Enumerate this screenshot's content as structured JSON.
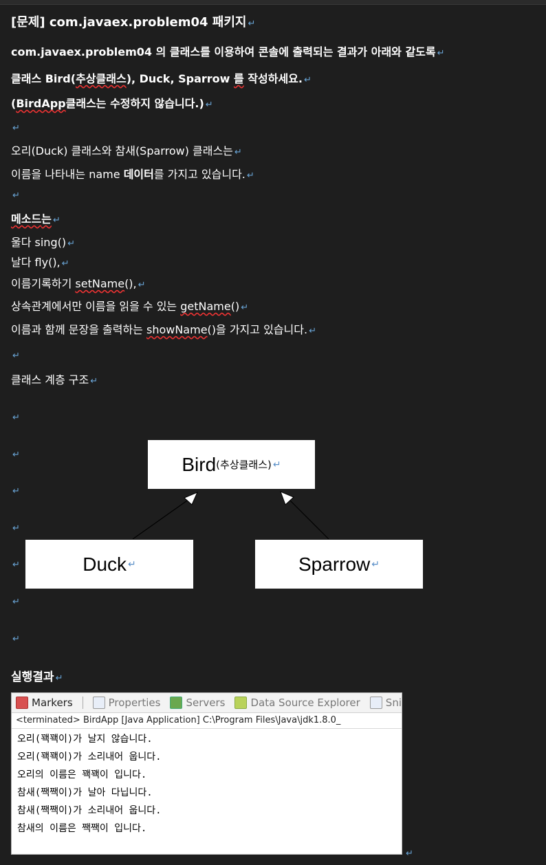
{
  "heading": {
    "title": "[문제] com.javaex.problem04 패키지",
    "line1": "com.javaex.problem04 의 클래스를 이용하여 콘솔에 출력되는 결과가 아래와 같도록",
    "line2_a": "클래스 Bird(",
    "line2_b": "추상클래스",
    "line2_c": "), Duck, Sparrow ",
    "line2_d": "를",
    "line2_e": " 작성하세요.",
    "line3_a": "(",
    "line3_b": "BirdApp",
    "line3_c": "클래스는 수정하지 않습니다.)"
  },
  "description": {
    "line1": "오리(Duck) 클래스와 참새(Sparrow) 클래스는",
    "line2_a": "이름을 나타내는 name ",
    "line2_b": "데이터",
    "line2_c": "를 가지고 있습니다."
  },
  "methods": {
    "label_a": "메소드",
    "label_b": "는",
    "sing": "울다 sing()",
    "fly": "날다 fly(),",
    "setname_a": "이름기록하기 ",
    "setname_b": "setName",
    "setname_c": "(),",
    "getname_a": "상속관계에서만 이름을 읽을 수 있는 ",
    "getname_b": "getName",
    "getname_c": "()",
    "showname_a": "이름과 함께 문장을 출력하는 ",
    "showname_b": "showName",
    "showname_c": "()을 가지고 있습니다."
  },
  "hierarchy_title": "클래스 계층 구조",
  "return_mark": "↵",
  "diagram": {
    "parent": "Bird",
    "parent_note": "(추상클래스)",
    "child_left": "Duck",
    "child_right": "Sparrow"
  },
  "result_title": "실행결과",
  "console": {
    "tabs": [
      "Markers",
      "Properties",
      "Servers",
      "Data Source Explorer",
      "Sni"
    ],
    "status": "<terminated> BirdApp [Java Application] C:\\Program Files\\Java\\jdk1.8.0_",
    "lines": [
      "오리(꽥꽥이)가 날지 않습니다.",
      "오리(꽥꽥이)가 소리내어 웁니다.",
      "오리의 이름은 꽥꽥이 입니다.",
      "참새(짹짹이)가 날아 다닙니다.",
      "참새(짹짹이)가 소리내어 웁니다.",
      "참새의 이름은 짹짹이 입니다."
    ]
  }
}
